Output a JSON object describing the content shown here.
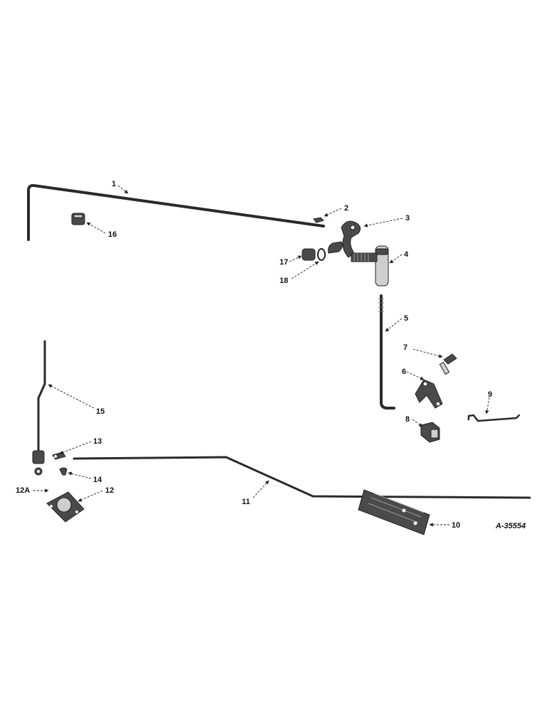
{
  "diagram": {
    "reference_code": "A-35554",
    "callouts": [
      "1",
      "2",
      "3",
      "4",
      "5",
      "6",
      "7",
      "8",
      "9",
      "10",
      "11",
      "12",
      "12A",
      "13",
      "14",
      "15",
      "16",
      "17",
      "18"
    ]
  }
}
